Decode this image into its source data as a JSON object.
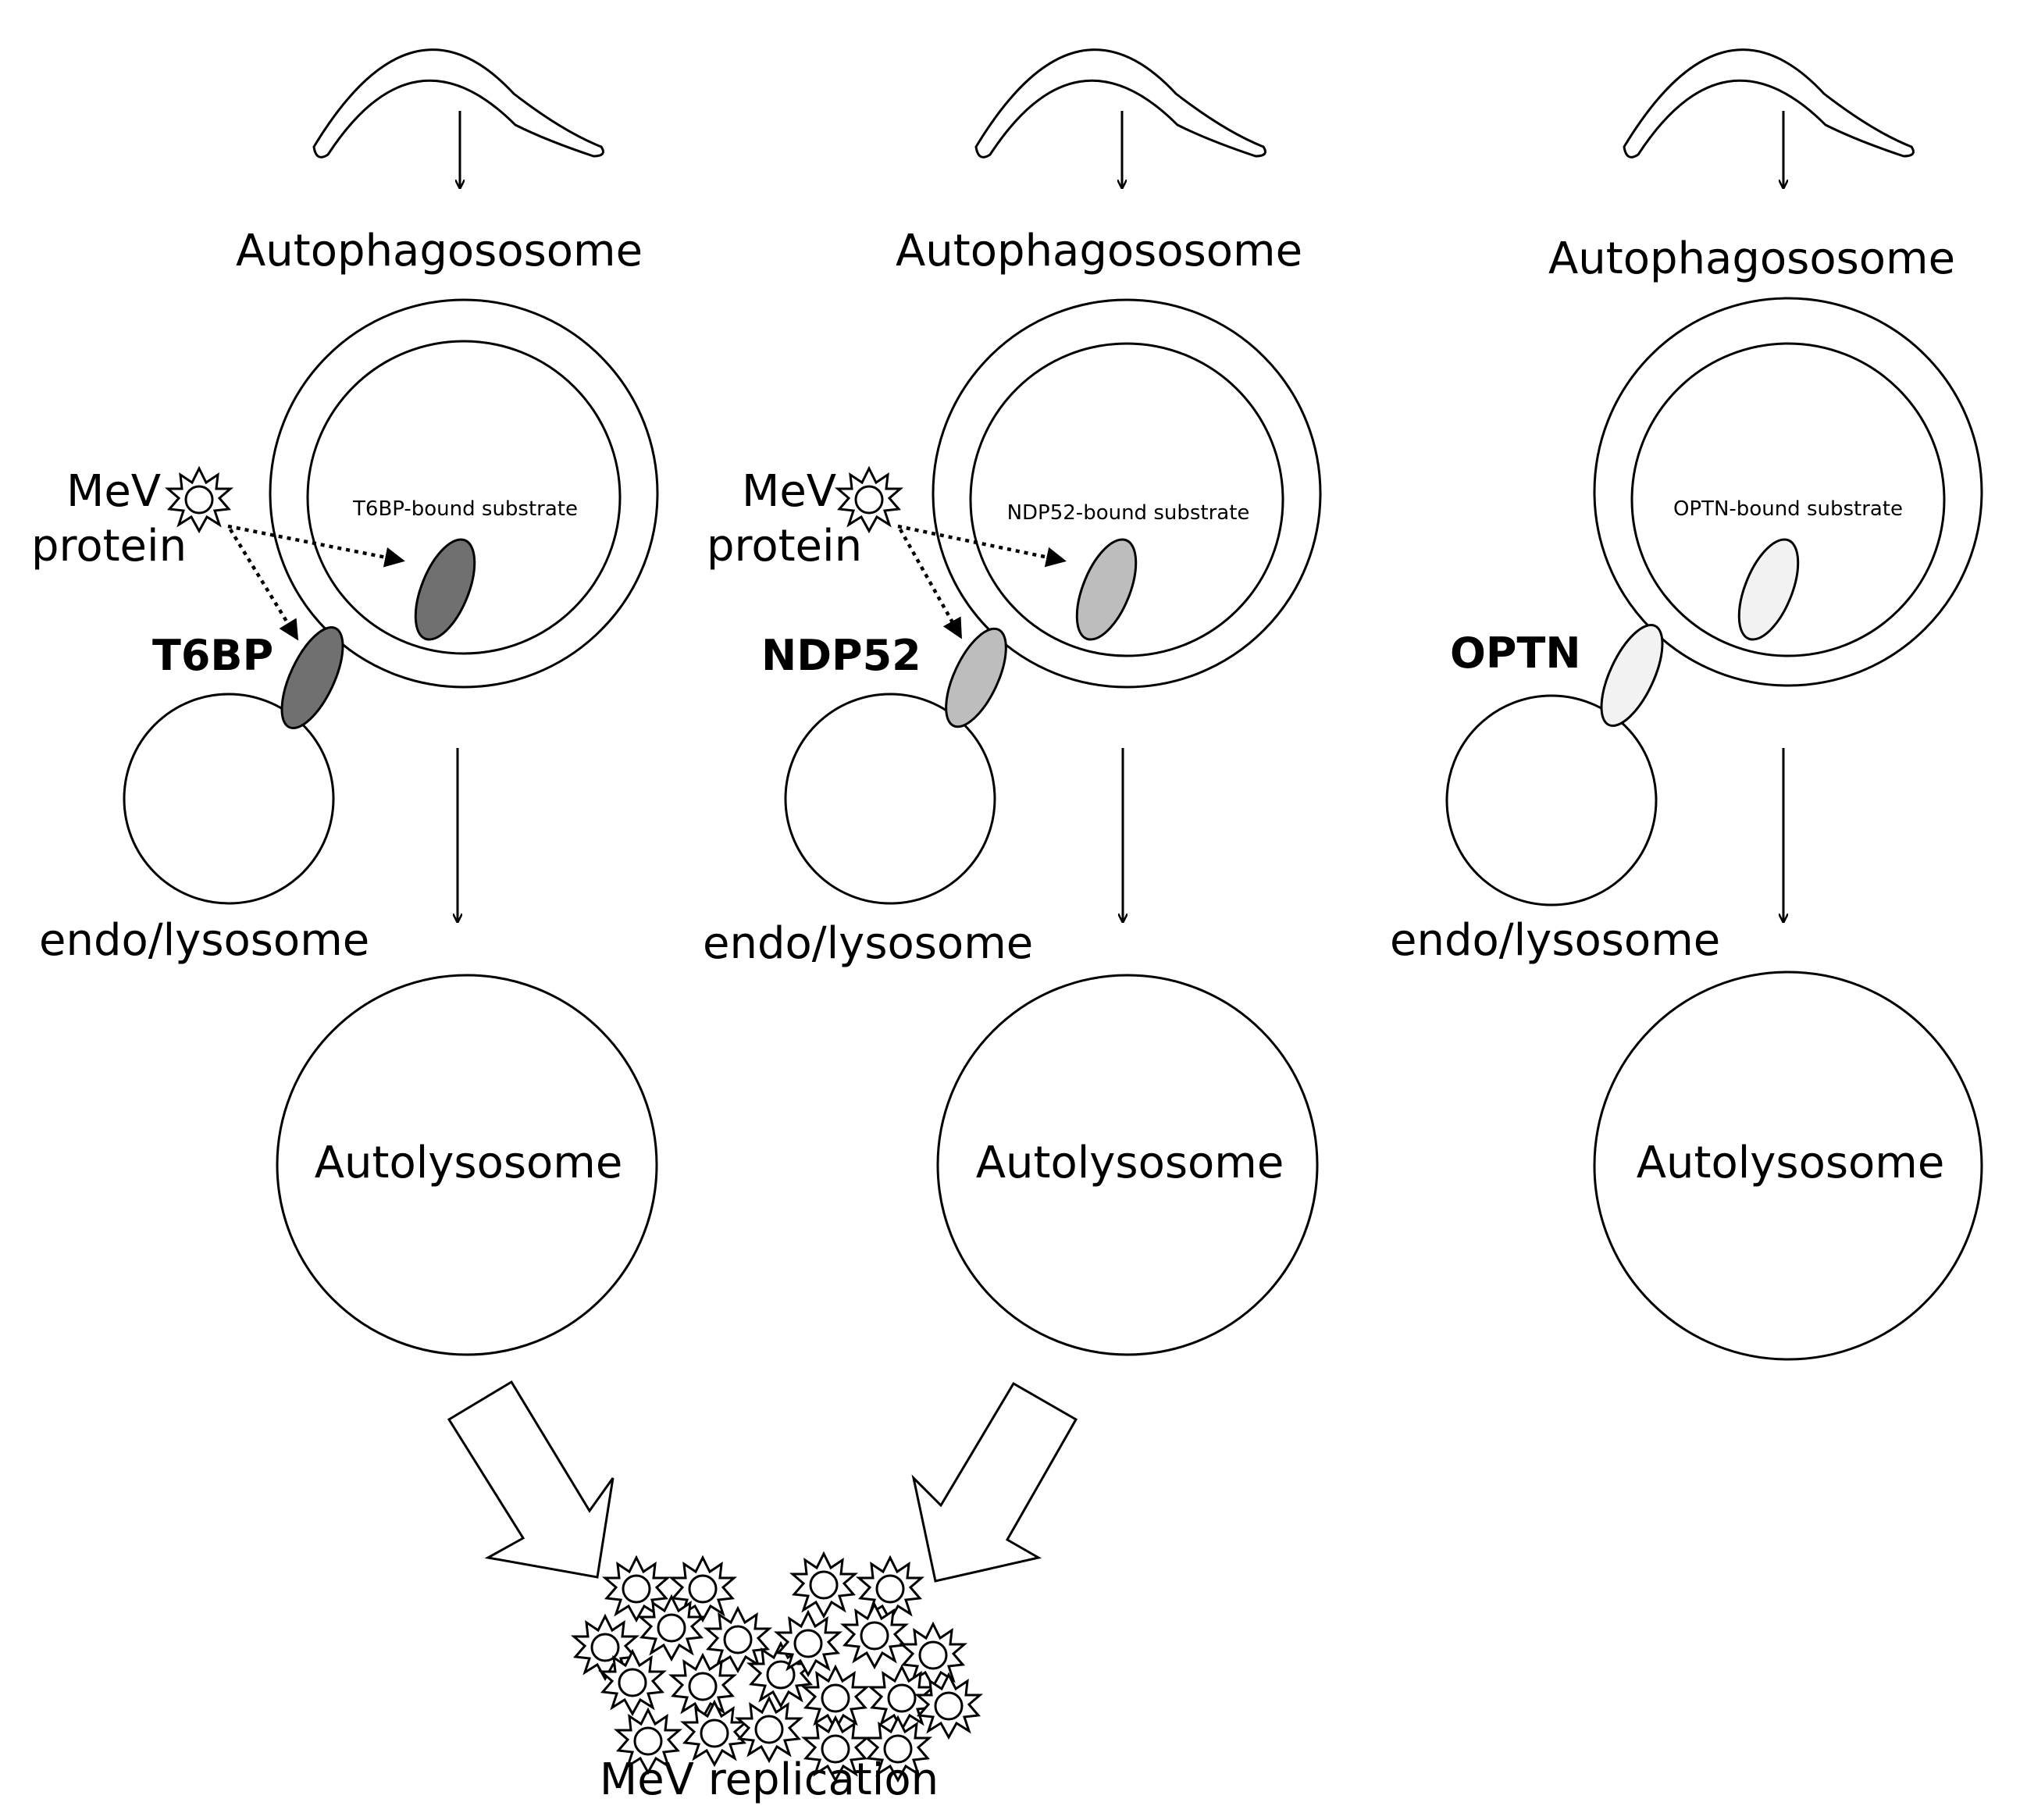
{
  "labels": {
    "autophagosome": "Autophagososome",
    "endo_lysosome": "endo/lysosome",
    "autolysosome": "Autolysosome",
    "mev_protein_line1": "MeV",
    "mev_protein_line2": "protein",
    "mev_replication": "MeV replication"
  },
  "panels": [
    {
      "receptor": "T6BP",
      "substrate": "T6BP-bound substrate",
      "receptor_fill": "#707070",
      "mev_bound": true
    },
    {
      "receptor": "NDP52",
      "substrate": "NDP52-bound substrate",
      "receptor_fill": "#bdbdbd",
      "mev_bound": true
    },
    {
      "receptor": "OPTN",
      "substrate": "OPTN-bound substrate",
      "receptor_fill": "#f2f2f2",
      "mev_bound": false
    }
  ]
}
